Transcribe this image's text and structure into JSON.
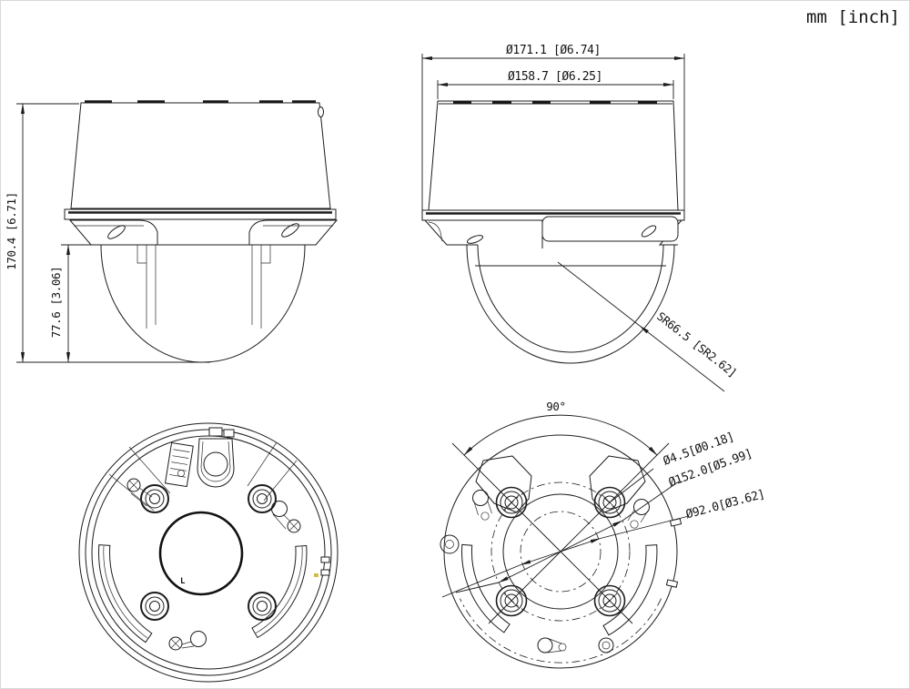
{
  "units_label": "mm [inch]",
  "side_view": {
    "dim_total_height": "170.4 [6.71]",
    "dim_dome_height": "77.6 [3.06]"
  },
  "front_view": {
    "dim_outer_diameter": "Ø171.1 [Ø6.74]",
    "dim_top_diameter": "Ø158.7 [Ø6.25]",
    "dim_dome_sphere_radius": "SR66.5 [SR2.62]"
  },
  "base_bottom_view": {
    "mark": "L"
  },
  "mount_pattern_view": {
    "dim_angle": "90°",
    "dim_screw_hole": "Ø4.5[Ø0.18]",
    "dim_bolt_circle": "Ø152.0[Ø5.99]",
    "dim_inner_circle": "Ø92.0[Ø3.62]"
  }
}
